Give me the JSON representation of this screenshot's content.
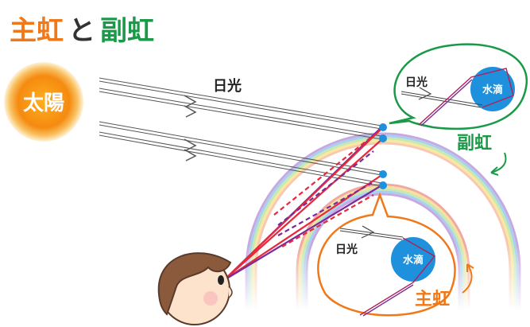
{
  "title": {
    "primary": "主虹",
    "connector": "と",
    "secondary": "副虹"
  },
  "labels": {
    "sun": "太陽",
    "sunlight": "日光",
    "secondary_bubble_sunlight": "日光",
    "secondary_bubble_drop": "水滴",
    "secondary_rainbow": "副虹",
    "primary_bubble_sunlight": "日光",
    "primary_bubble_drop": "水滴",
    "primary_rainbow": "主虹"
  },
  "colors": {
    "primary": "#f07818",
    "secondary": "#1a9a48",
    "drop": "#1e90dc",
    "red_ray": "#e8283c",
    "violet_ray": "#7a2a9a"
  }
}
